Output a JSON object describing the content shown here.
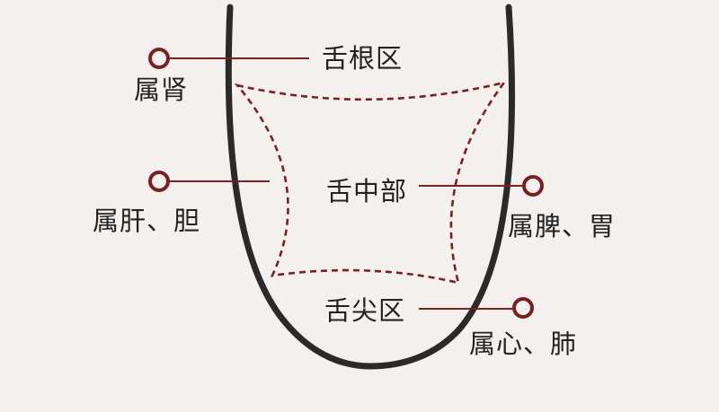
{
  "colors": {
    "background": "#f3f0ed",
    "outline": "#2a2a2a",
    "accent": "#7a1f24",
    "text": "#222222"
  },
  "regions": {
    "root": {
      "label": "舌根区",
      "organ": "属肾"
    },
    "middle": {
      "label": "舌中部",
      "organ": "属脾、胃"
    },
    "sides": {
      "organ": "属肝、胆"
    },
    "tip": {
      "label": "舌尖区",
      "organ": "属心、肺"
    }
  }
}
